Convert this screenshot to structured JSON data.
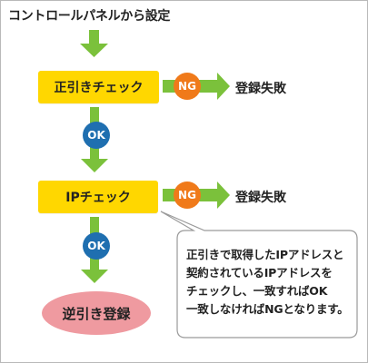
{
  "title": "コントロールパネルから設定",
  "steps": {
    "check1": "正引きチェック",
    "check2": "IPチェック",
    "final": "逆引き登録"
  },
  "branches": {
    "ng1": "NG",
    "ng2": "NG",
    "ok1": "OK",
    "ok2": "OK",
    "fail1": "登録失敗",
    "fail2": "登録失敗"
  },
  "note": {
    "lines": [
      "正引きで取得したIPアドレスと",
      "契約されているIPアドレスを",
      "チェックし、一致すればOK",
      "一致しなければNGとなります。"
    ]
  },
  "colors": {
    "box": "#ffd700",
    "arrow": "#7bc13b",
    "ng_badge": "#f07a1a",
    "ok_badge": "#1f6fb0",
    "final_box": "#ef9aa0",
    "callout_border": "#9a9a9a"
  }
}
